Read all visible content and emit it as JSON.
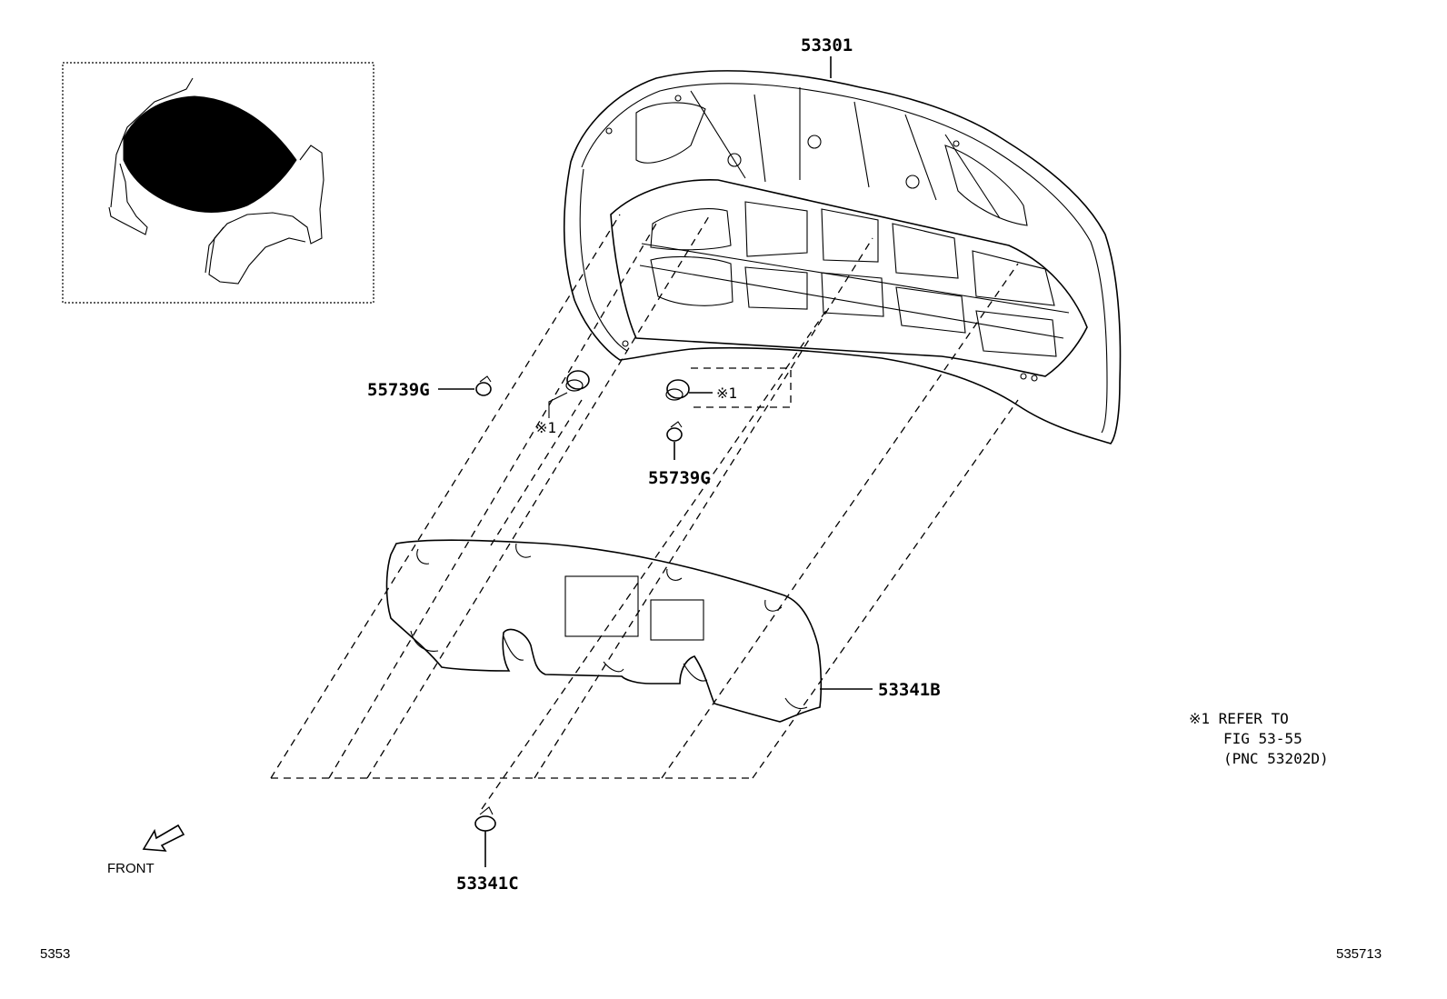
{
  "callouts": {
    "hood": "53301",
    "bumper_left": "55739G",
    "bumper_right": "55739G",
    "ref_left": "※1",
    "ref_right": "※1",
    "insulator": "53341B",
    "retainer": "53341C"
  },
  "note": {
    "line1": "※1 REFER TO",
    "line2": "FIG 53-55",
    "line3": "(PNC 53202D)"
  },
  "front_label": "FRONT",
  "footer": {
    "left_code": "5353",
    "right_code": "535713"
  }
}
